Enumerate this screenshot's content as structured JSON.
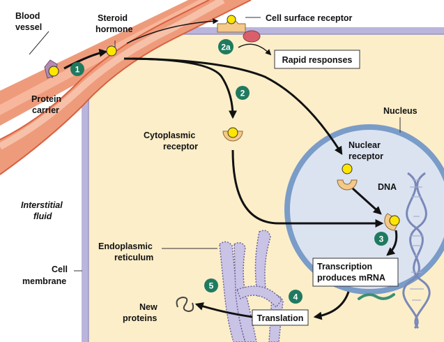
{
  "labels": {
    "blood_vessel": [
      "Blood",
      "vessel"
    ],
    "steroid_hormone": [
      "Steroid",
      "hormone"
    ],
    "protein_carrier": [
      "Protein",
      "carrier"
    ],
    "cell_surface_receptor": "Cell surface receptor",
    "rapid_responses": "Rapid responses",
    "nucleus": "Nucleus",
    "cytoplasmic_receptor": [
      "Cytoplasmic",
      "receptor"
    ],
    "nuclear_receptor": [
      "Nuclear",
      "receptor"
    ],
    "dna": "DNA",
    "interstitial_fluid": [
      "Interstitial",
      "fluid"
    ],
    "cell_membrane": [
      "Cell",
      "membrane"
    ],
    "endoplasmic_reticulum": [
      "Endoplasmic",
      "reticulum"
    ],
    "transcription": [
      "Transcription",
      "produces mRNA"
    ],
    "translation": "Translation",
    "new_proteins": [
      "New",
      "proteins"
    ]
  },
  "steps": {
    "s1": "1",
    "s2": "2",
    "s2a": "2a",
    "s3": "3",
    "s4": "4",
    "s5": "5"
  },
  "colors": {
    "vessel": "#ee9b7c",
    "vessel_dark": "#d9603f",
    "cytoplasm": "#fbeec9",
    "membrane": "#b9b5dd",
    "nucleus_fill": "#dbe3f1",
    "nucleus_edge": "#7a9cc8",
    "hormone": "#ffe600",
    "receptor": "#f4c98a",
    "step_badge": "#1f7a5f",
    "er": "#c9c3e6"
  }
}
